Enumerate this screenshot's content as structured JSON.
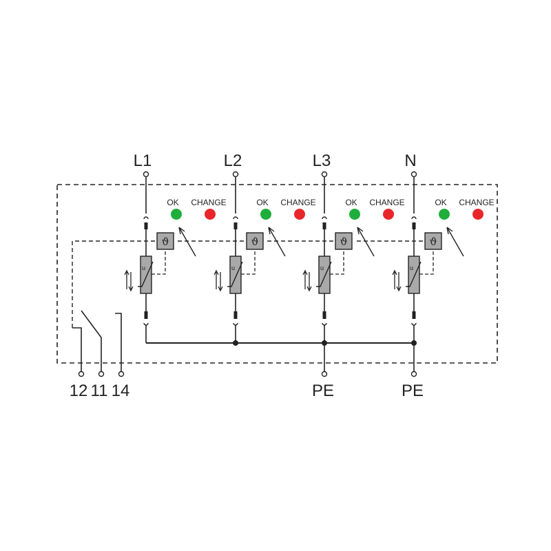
{
  "diagram": {
    "terminals": {
      "l1": "L1",
      "l2": "L2",
      "l3": "L3",
      "n": "N",
      "pe_a": "PE",
      "pe_b": "PE",
      "c12": "12",
      "c11": "11",
      "c14": "14"
    },
    "channels": [
      {
        "ok_label": "OK",
        "change_label": "CHANGE",
        "thermal_symbol": "ϑ",
        "voltage_symbol": "u"
      },
      {
        "ok_label": "OK",
        "change_label": "CHANGE",
        "thermal_symbol": "ϑ",
        "voltage_symbol": "u"
      },
      {
        "ok_label": "OK",
        "change_label": "CHANGE",
        "thermal_symbol": "ϑ",
        "voltage_symbol": "u"
      },
      {
        "ok_label": "OK",
        "change_label": "CHANGE",
        "thermal_symbol": "ϑ",
        "voltage_symbol": "u"
      }
    ],
    "colors": {
      "line": "#222222",
      "ok_led": "#1fae3c",
      "change_led": "#e8262a",
      "component_fill": "#a9a9a9"
    }
  }
}
